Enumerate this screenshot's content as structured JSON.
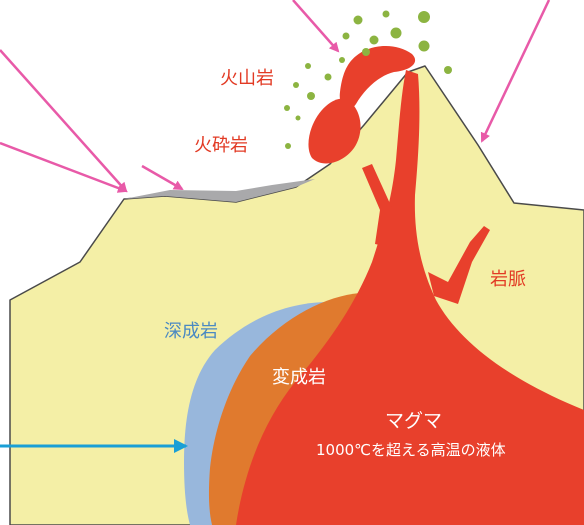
{
  "labels": {
    "volcanic_rock": "火山岩",
    "pyroclastic_rock": "火砕岩",
    "dike": "岩脈",
    "plutonic_rock": "深成岩",
    "metamorphic_rock": "変成岩",
    "magma": "マグマ",
    "magma_desc": "1000℃を超える高温の液体"
  },
  "colors": {
    "ground": "#f4efa6",
    "ground_outline": "#4a4a4a",
    "magma": "#e8402c",
    "metamorphic": "#e07a2e",
    "plutonic": "#98b7dc",
    "sediment": "#a9a9ab",
    "ejecta": "#8cb441",
    "arrow_pink": "#e85aa8",
    "arrow_blue": "#1a9fd6",
    "label_red": "#e23a24",
    "label_blue": "#4a89c2",
    "label_white": "#ffffff"
  }
}
